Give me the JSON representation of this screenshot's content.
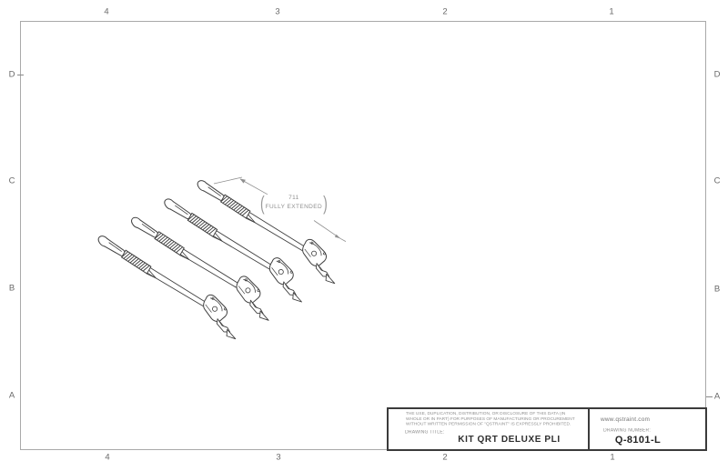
{
  "frame": {
    "zones_columns": [
      "4",
      "3",
      "2",
      "1"
    ],
    "zones_rows": [
      "D",
      "C",
      "B",
      "A"
    ]
  },
  "drawing": {
    "dimension": {
      "paren_open": "(",
      "value": "711",
      "note": "FULLY EXTENDED",
      "paren_close": ")"
    },
    "assembly_count": 4
  },
  "title_block": {
    "legal_line1": "THE USE, DUPLICATION, DISTRIBUTION, OR DISCLOSURE OF THIS DATA (IN",
    "legal_line2": "WHOLE OR IN PART) FOR PURPOSES OF MANUFACTURING OR PROCUREMENT",
    "legal_line3": "WITHOUT WRITTEN PERMISSION OF \"QSTRAINT\" IS EXPRESSLY PROHIBITED.",
    "drawing_title_label": "DRAWING TITLE:",
    "drawing_title": "KIT QRT DELUXE PLI",
    "website": "www.qstraint.com",
    "drawing_number_label": "DRAWING NUMBER:",
    "drawing_number": "Q-8101-L"
  },
  "colors": {
    "frame_border": "#a9a9a9",
    "title_block_border": "#3b3b3b",
    "part_lines": "#404040",
    "dimension_lines": "#8f8f8f",
    "zone_text": "#6a6a6a"
  }
}
